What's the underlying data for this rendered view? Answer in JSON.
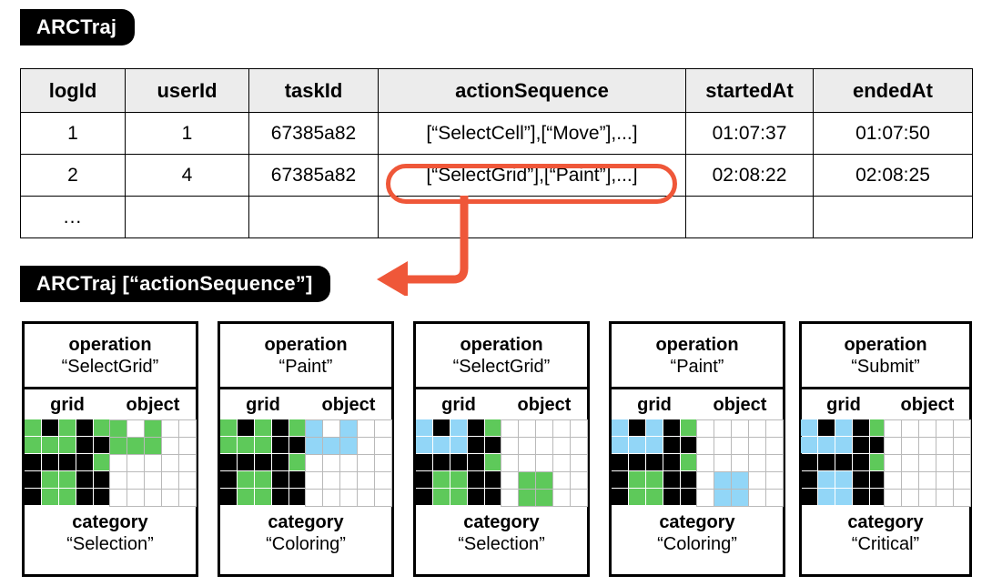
{
  "labels": {
    "table_badge": "ARCTraj",
    "action_badge": "ARCTraj [“actionSequence”]"
  },
  "colors": {
    "accent": "#ef5739",
    "green": "#5ec95a",
    "blue": "#92d6f7",
    "black": "#000000",
    "header_bg": "#ececec",
    "grid_line": "#b9b9b9"
  },
  "table": {
    "columns": [
      "logId",
      "userId",
      "taskId",
      "actionSequence",
      "startedAt",
      "endedAt"
    ],
    "rows": [
      {
        "logId": "1",
        "userId": "1",
        "taskId": "67385a82",
        "actionSequence": "[“SelectCell”],[“Move”],...]",
        "startedAt": "01:07:37",
        "endedAt": "01:07:50"
      },
      {
        "logId": "2",
        "userId": "4",
        "taskId": "67385a82",
        "actionSequence": "[“SelectGrid”],[“Paint”],...]",
        "startedAt": "02:08:22",
        "endedAt": "02:08:25"
      },
      {
        "logId": "...",
        "userId": "",
        "taskId": "",
        "actionSequence": "",
        "startedAt": "",
        "endedAt": ""
      }
    ],
    "highlighted_cell": "[“SelectGrid”],[“Paint”],...]"
  },
  "card_field_labels": {
    "operation": "operation",
    "grid": "grid",
    "object": "object",
    "category": "category"
  },
  "cards": [
    {
      "operation": "“SelectGrid”",
      "category": "“Selection”",
      "grid": [
        [
          "g",
          "k",
          "g",
          "k",
          "g"
        ],
        [
          "g",
          "g",
          "g",
          "k",
          "k"
        ],
        [
          "k",
          "k",
          "k",
          "k",
          "g"
        ],
        [
          "k",
          "g",
          "g",
          "k",
          "k"
        ],
        [
          "k",
          "g",
          "g",
          "k",
          "k"
        ]
      ],
      "object": [
        [
          "g",
          "w",
          "g",
          "w",
          "w"
        ],
        [
          "g",
          "g",
          "g",
          "w",
          "w"
        ],
        [
          "w",
          "w",
          "w",
          "w",
          "w"
        ],
        [
          "w",
          "w",
          "w",
          "w",
          "w"
        ],
        [
          "w",
          "w",
          "w",
          "w",
          "w"
        ]
      ]
    },
    {
      "operation": "“Paint”",
      "category": "“Coloring”",
      "grid": [
        [
          "g",
          "k",
          "g",
          "k",
          "g"
        ],
        [
          "g",
          "g",
          "g",
          "k",
          "k"
        ],
        [
          "k",
          "k",
          "k",
          "k",
          "g"
        ],
        [
          "k",
          "g",
          "g",
          "k",
          "k"
        ],
        [
          "k",
          "g",
          "g",
          "k",
          "k"
        ]
      ],
      "object": [
        [
          "b",
          "w",
          "b",
          "w",
          "w"
        ],
        [
          "b",
          "b",
          "b",
          "w",
          "w"
        ],
        [
          "w",
          "w",
          "w",
          "w",
          "w"
        ],
        [
          "w",
          "w",
          "w",
          "w",
          "w"
        ],
        [
          "w",
          "w",
          "w",
          "w",
          "w"
        ]
      ]
    },
    {
      "operation": "“SelectGrid”",
      "category": "“Selection”",
      "grid": [
        [
          "b",
          "k",
          "b",
          "k",
          "g"
        ],
        [
          "b",
          "b",
          "b",
          "k",
          "k"
        ],
        [
          "k",
          "k",
          "k",
          "k",
          "g"
        ],
        [
          "k",
          "g",
          "g",
          "k",
          "k"
        ],
        [
          "k",
          "g",
          "g",
          "k",
          "k"
        ]
      ],
      "object": [
        [
          "w",
          "w",
          "w",
          "w",
          "w"
        ],
        [
          "w",
          "w",
          "w",
          "w",
          "w"
        ],
        [
          "w",
          "w",
          "w",
          "w",
          "w"
        ],
        [
          "w",
          "g",
          "g",
          "w",
          "w"
        ],
        [
          "w",
          "g",
          "g",
          "w",
          "w"
        ]
      ]
    },
    {
      "operation": "“Paint”",
      "category": "“Coloring”",
      "grid": [
        [
          "b",
          "k",
          "b",
          "k",
          "g"
        ],
        [
          "b",
          "b",
          "b",
          "k",
          "k"
        ],
        [
          "k",
          "k",
          "k",
          "k",
          "g"
        ],
        [
          "k",
          "g",
          "g",
          "k",
          "k"
        ],
        [
          "k",
          "g",
          "g",
          "k",
          "k"
        ]
      ],
      "object": [
        [
          "w",
          "w",
          "w",
          "w",
          "w"
        ],
        [
          "w",
          "w",
          "w",
          "w",
          "w"
        ],
        [
          "w",
          "w",
          "w",
          "w",
          "w"
        ],
        [
          "w",
          "b",
          "b",
          "w",
          "w"
        ],
        [
          "w",
          "b",
          "b",
          "w",
          "w"
        ]
      ]
    },
    {
      "operation": "“Submit”",
      "category": "“Critical”",
      "grid": [
        [
          "b",
          "k",
          "b",
          "k",
          "g"
        ],
        [
          "b",
          "b",
          "b",
          "k",
          "k"
        ],
        [
          "k",
          "k",
          "k",
          "k",
          "g"
        ],
        [
          "k",
          "b",
          "b",
          "k",
          "k"
        ],
        [
          "k",
          "b",
          "b",
          "k",
          "k"
        ]
      ],
      "object": [
        [
          "w",
          "w",
          "w",
          "w",
          "w"
        ],
        [
          "w",
          "w",
          "w",
          "w",
          "w"
        ],
        [
          "w",
          "w",
          "w",
          "w",
          "w"
        ],
        [
          "w",
          "w",
          "w",
          "w",
          "w"
        ],
        [
          "w",
          "w",
          "w",
          "w",
          "w"
        ]
      ]
    }
  ]
}
